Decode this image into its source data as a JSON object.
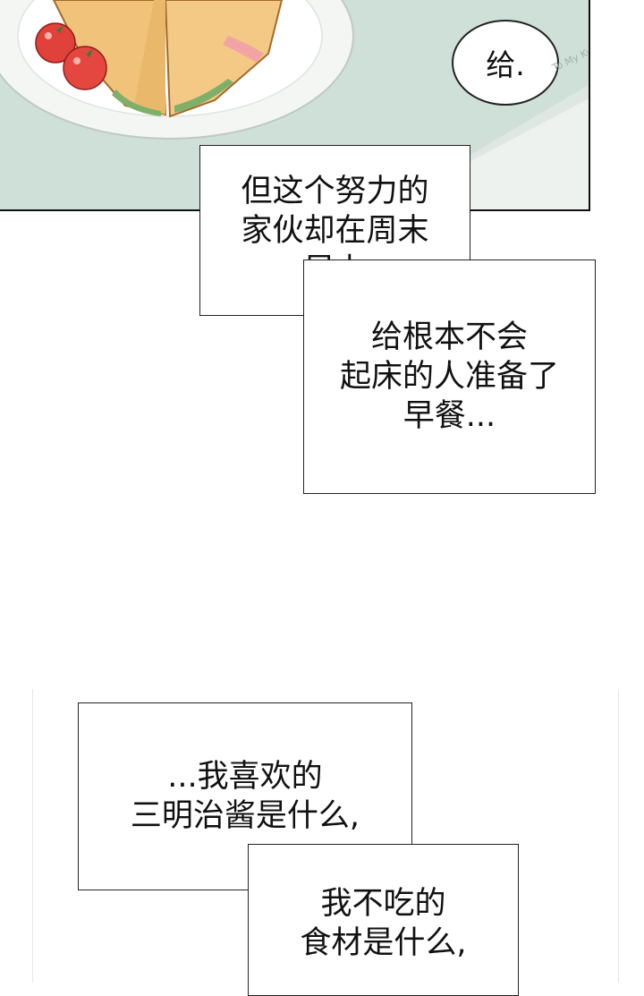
{
  "speech_bubble": {
    "text": "给."
  },
  "watermark": "To My Ky",
  "caption_1": {
    "lines": [
      "但这个努力的",
      "家伙却在周末",
      "早上"
    ]
  },
  "caption_2": {
    "lines": [
      "给根本不会",
      "起床的人准备了",
      "早餐..."
    ]
  },
  "caption_3": {
    "lines": [
      "...我喜欢的",
      "三明治酱是什么,"
    ]
  },
  "caption_4": {
    "lines": [
      "我不吃的",
      "食材是什么,"
    ]
  }
}
